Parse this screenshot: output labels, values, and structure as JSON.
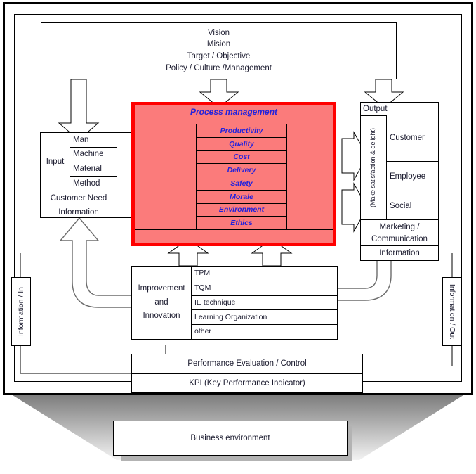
{
  "diagram": {
    "title_block": {
      "lines": [
        "Vision",
        "Mision",
        "Target / Objective",
        "Policy / Culture /Management"
      ]
    },
    "input": {
      "label": "Input",
      "resources": [
        "Man",
        "Machine",
        "Material",
        "Method"
      ],
      "customer_need": "Customer Need",
      "information": "Information"
    },
    "process": {
      "title": "Process management",
      "items": [
        "Productivity",
        "Quality",
        "Cost",
        "Delivery",
        "Safety",
        "Morale",
        "Environment",
        "Ethics"
      ],
      "fill_color": "#fb7b7b",
      "border_color": "#ff0000",
      "text_color": "#2222dd"
    },
    "output": {
      "label": "Output",
      "vertical_note": "(Make satisfaction & delight)",
      "targets": [
        "Customer",
        "Employee",
        "Social"
      ],
      "marketing_lines": [
        "Marketing /",
        "Communication"
      ],
      "information": "Information"
    },
    "improvement": {
      "label_lines": [
        "Improvement",
        "and",
        "Innovation"
      ],
      "items": [
        "TPM",
        "TQM",
        "IE technique",
        "Learning Organization",
        "other"
      ]
    },
    "performance": {
      "evaluation": "Performance Evaluation / Control",
      "kpi": "KPI (Key Performance Indicator)"
    },
    "information_flows": {
      "in": "Information / In",
      "out": "Information / Out"
    },
    "business_environment": "Business environment"
  }
}
